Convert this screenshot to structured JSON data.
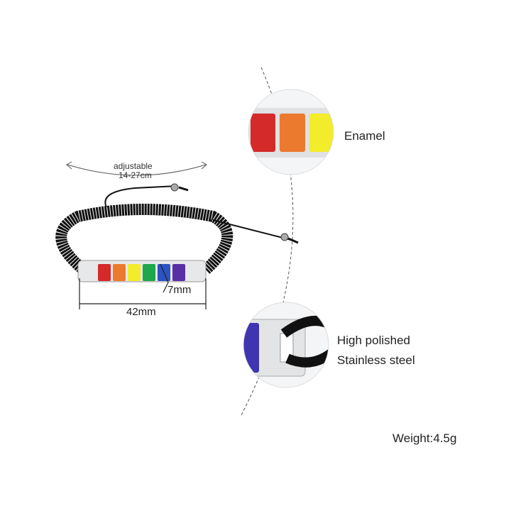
{
  "adjustable": {
    "label": "adjustable",
    "range": "14-27cm"
  },
  "dimensions": {
    "length": "42mm",
    "width": "7mm"
  },
  "callouts": {
    "enamel": "Enamel",
    "steel_line1": "High polished",
    "steel_line2": "Stainless steel"
  },
  "weight": "Weight:4.5g",
  "colors": {
    "enamel": [
      "#d42a2a",
      "#ec7a2e",
      "#f3ec2a",
      "#1ea84a",
      "#2d52c4",
      "#5a2fa6"
    ],
    "cord": "#111111",
    "steel": "#e6e8ea"
  }
}
